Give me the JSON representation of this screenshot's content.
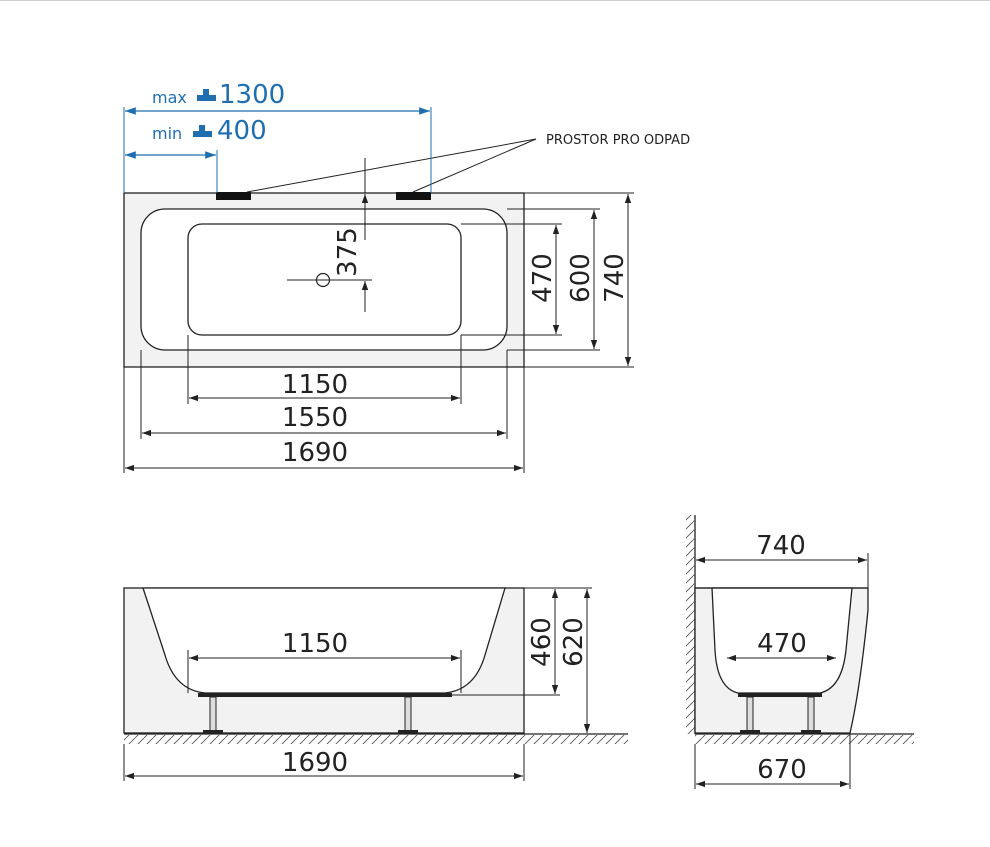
{
  "top_view": {
    "faucet_max_prefix": "max",
    "faucet_max_value": "1300",
    "faucet_min_prefix": "min",
    "faucet_min_value": "400",
    "drain_space_label": "PROSTOR PRO ODPAD",
    "dim_375": "375",
    "dim_470": "470",
    "dim_600": "600",
    "dim_740": "740",
    "dim_1150": "1150",
    "dim_1550": "1550",
    "dim_1690": "1690"
  },
  "side_view": {
    "dim_1150": "1150",
    "dim_460": "460",
    "dim_620": "620",
    "dim_1690": "1690"
  },
  "end_view": {
    "dim_740": "740",
    "dim_470": "470",
    "dim_670": "670"
  },
  "colors": {
    "line": "#222222",
    "accent_blue": "#1f6fb0",
    "panel_fill": "#f2f2f2"
  }
}
